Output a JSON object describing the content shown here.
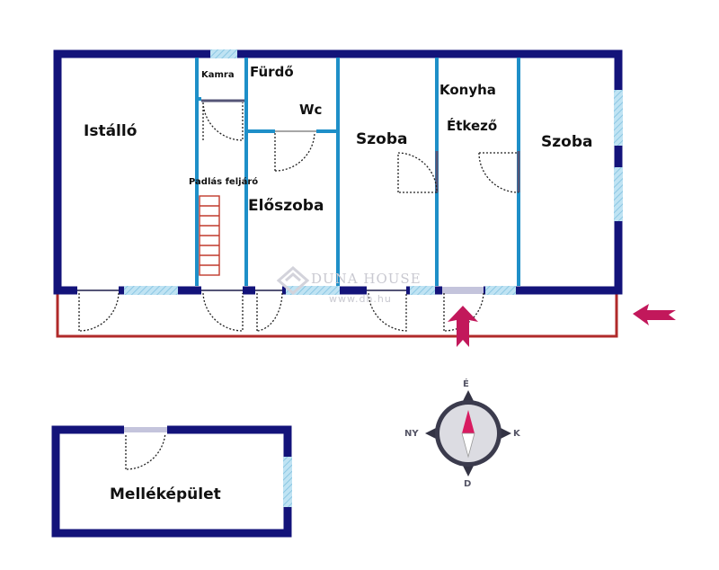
{
  "rooms": {
    "istallo": "Istálló",
    "kamra": "Kamra",
    "furdo": "Fürdő",
    "wc": "Wc",
    "szoba_1": "Szoba",
    "konyha": "Konyha",
    "etkezo": "Étkező",
    "szoba_2": "Szoba",
    "padlas_feljaro": "Padlás feljáró",
    "eloszoba": "Előszoba",
    "mellekepulet": "Melléképület"
  },
  "watermark": {
    "brand": "DUNA HOUSE",
    "url": "www.dh.hu"
  },
  "compass": {
    "north": "É",
    "east": "K",
    "south": "D",
    "west": "NY"
  },
  "colors": {
    "wall": "#13137a",
    "partition": "#1e8fc8",
    "window": "#9fd3ec",
    "terrace_outline": "#b02a2a",
    "entrance_arrow": "#c2185b"
  },
  "icons": [
    "entrance-arrow-icon",
    "compass-icon",
    "door-swing-icon",
    "duna-house-logo-icon"
  ]
}
